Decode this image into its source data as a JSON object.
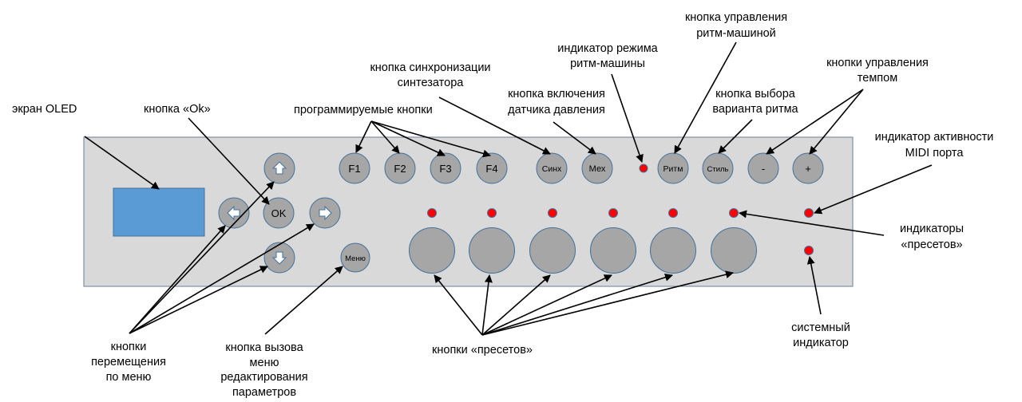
{
  "labels": {
    "oled_screen": "экран OLED",
    "ok_button": "кнопка «Ok»",
    "programmable_buttons": "программируемые кнопки",
    "sync_button": [
      "кнопка синхронизации",
      "синтезатора"
    ],
    "pressure_sensor_button": [
      "кнопка включения",
      "датчика давления"
    ],
    "drum_mode_indicator": [
      "индикатор режима",
      "ритм-машины"
    ],
    "drum_control_button": [
      "кнопка управления",
      "ритм-машиной"
    ],
    "rhythm_variant_button": [
      "кнопка выбора",
      "варианта ритма"
    ],
    "tempo_buttons": [
      "кнопки управления",
      "темпом"
    ],
    "midi_indicator": [
      "индикатор активности",
      "MIDI порта"
    ],
    "preset_indicators": [
      "индикаторы",
      "«пресетов»"
    ],
    "system_indicator": [
      "системный",
      "индикатор"
    ],
    "preset_buttons": "кнопки «пресетов»",
    "menu_edit_button": [
      "кнопка вызова",
      "меню",
      "редактирования",
      "параметров"
    ],
    "nav_buttons": [
      "кнопки",
      "перемещения",
      "по меню"
    ]
  },
  "buttons": {
    "ok": "OK",
    "f1": "F1",
    "f2": "F2",
    "f3": "F3",
    "f4": "F4",
    "sync": "Синх",
    "mex": "Мех",
    "rhythm": "Ритм",
    "style": "Стиль",
    "minus": "-",
    "plus": "+",
    "menu": "Меню"
  },
  "colors": {
    "panel": "#d9d9d9",
    "panel_border": "#7f8fa6",
    "button": "#a6a6a6",
    "button_border": "#41719c",
    "screen": "#5b9bd5",
    "led": "#ff0000"
  }
}
